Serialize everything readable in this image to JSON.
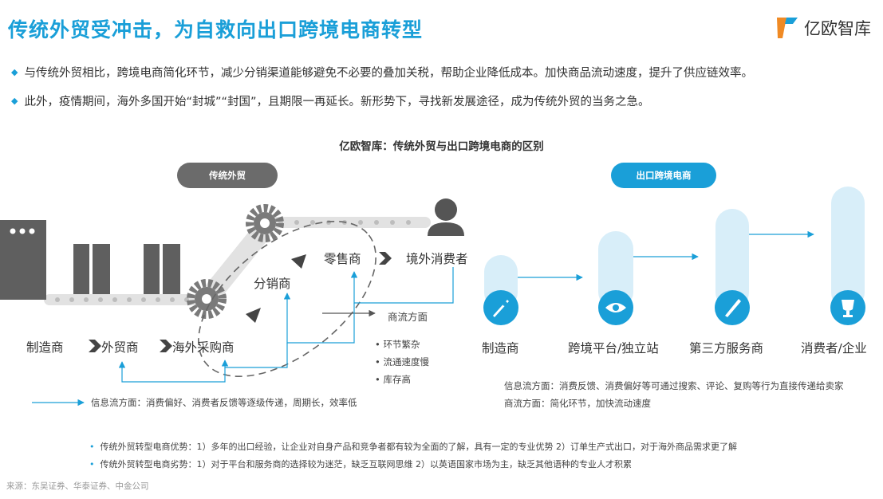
{
  "header": {
    "title": "传统外贸受冲击，为自救向出口跨境电商转型",
    "logo_text": "亿欧智库"
  },
  "bullets": [
    "与传统外贸相比，跨境电商简化环节，减少分销渠道能够避免不必要的叠加关税，帮助企业降低成本。加快商品流动速度，提升了供应链效率。",
    "此外，疫情期间，海外多国开始“封城”“封国”，且期限一再延长。新形势下，寻找新发展途径，成为传统外贸的当务之急。"
  ],
  "diagram": {
    "title": "亿欧智库：传统外贸与出口跨境电商的区别",
    "traditional": {
      "pill": "传统外贸",
      "nodes": {
        "manufacturer": "制造商",
        "trader": "外贸商",
        "buyer": "海外采购商",
        "distributor": "分销商",
        "retailer": "零售商",
        "consumer": "境外消费者"
      },
      "commerce_label": "商流方面",
      "commerce_points": [
        "环节繁杂",
        "流通速度慢",
        "库存高"
      ],
      "info_flow": "信息流方面：消费偏好、消费者反馈等逐级传递，周期长，效率低"
    },
    "ecommerce": {
      "pill": "出口跨境电商",
      "nodes": [
        "制造商",
        "跨境平台/独立站",
        "第三方服务商",
        "消费者/企业"
      ],
      "info_flow": "信息流方面：消费反馈、消费偏好等可通过搜索、评论、复购等行为直接传递给卖家",
      "commerce_flow": "商流方面：简化环节，加快流动速度"
    }
  },
  "notes": [
    "传统外贸转型电商优势：1）多年的出口经验，让企业对自身产品和竞争者都有较为全面的了解，具有一定的专业优势 2）订单生产式出口，对于海外商品需求更了解",
    "传统外贸转型电商劣势：1）对于平台和服务商的选择较为迷茫，缺乏互联网思维 2）以英语国家市场为主，缺乏其他语种的专业人才积累"
  ],
  "source": "来源：东吴证券、华泰证券、中金公司",
  "colors": {
    "accent": "#1a9fd8",
    "pill_dark": "#6b6b6b",
    "building": "#5f5f5f",
    "gear": "#7a7a7a",
    "column": "#d8eef9"
  }
}
